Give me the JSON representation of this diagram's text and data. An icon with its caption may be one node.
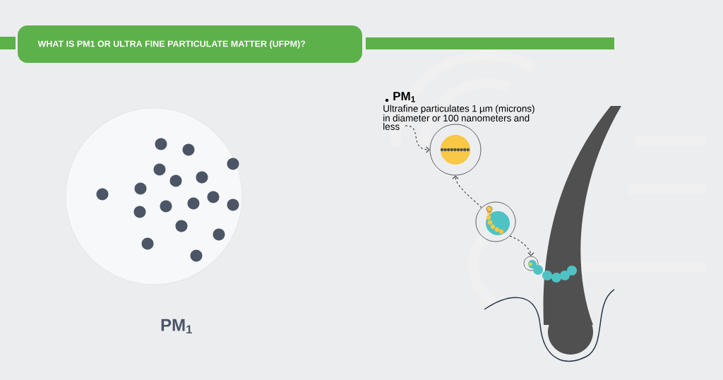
{
  "diagram": {
    "title": "WHAT IS PM1 OR ULTRA FINE PARTICULATE MATTER (UFPM)?",
    "nodes": [
      {
        "text": [
          "PM$_{1}$"
        ]
      },
      {
        "text": [
          "PM$_{1}$",
          "Ultrafine particulates 1 µm (microns) in diameter or 100 nanometers and less"
        ]
      },
      {
        "text": [],
        "shape": "circle"
      },
      {
        "text": [],
        "shape": "circle"
      },
      {
        "text": [],
        "shape": "circle"
      }
    ],
    "edges": [
      {
        "from": 1,
        "to": 2,
        "arrow": "to",
        "style": "dashed"
      },
      {
        "from": 3,
        "to": 2,
        "arrow": "to",
        "style": "dashed"
      },
      {
        "from": 3,
        "to": 4,
        "arrow": "to",
        "style": "dashed"
      }
    ]
  }
}
